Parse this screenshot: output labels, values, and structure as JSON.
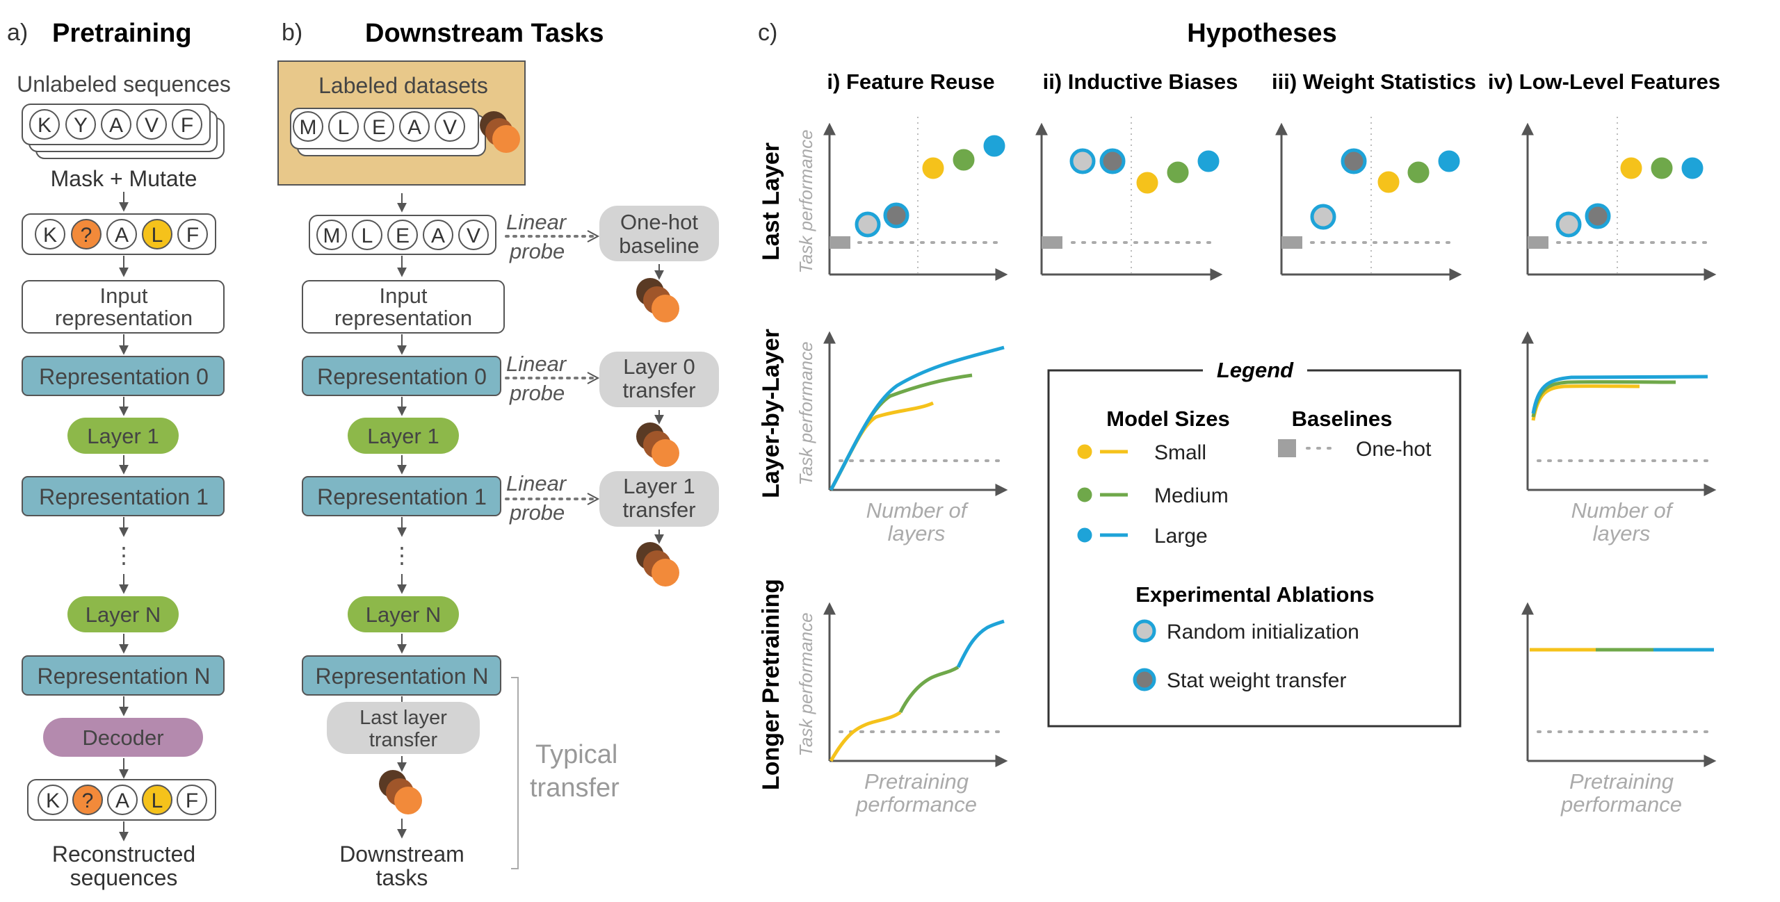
{
  "colors": {
    "small": "#f5c21b",
    "medium": "#6fa84a",
    "large": "#1ea3d8",
    "repr_fill": "#7eb6c4",
    "layer_fill": "#8db84a",
    "decoder_fill": "#b48aae",
    "mask_orange": "#f28a3a",
    "mutate_yellow": "#f5c21b",
    "labeled_box": "#e8c88a",
    "gray_box": "#d4d4d4",
    "random_init_fill": "#c8c8c8",
    "stat_transfer_fill": "#7a7a7a",
    "baseline_gray": "#a0a0a0"
  },
  "panel_a": {
    "letter": "a)",
    "title": "Pretraining",
    "unlabeled": "Unlabeled sequences",
    "seq_original": [
      "K",
      "Y",
      "A",
      "V",
      "F"
    ],
    "mask_mutate": "Mask + Mutate",
    "seq_masked": [
      "K",
      "?",
      "A",
      "L",
      "F"
    ],
    "input_line1": "Input",
    "input_line2": "representation",
    "repr0": "Representation 0",
    "layer1": "Layer 1",
    "repr1": "Representation 1",
    "dots": "⋮",
    "layerN": "Layer N",
    "reprN": "Representation N",
    "decoder": "Decoder",
    "seq_reconstructed": [
      "K",
      "?",
      "A",
      "L",
      "F"
    ],
    "recon_line1": "Reconstructed",
    "recon_line2": "sequences"
  },
  "panel_b": {
    "letter": "b)",
    "title": "Downstream Tasks",
    "labeled": "Labeled datasets",
    "seq": [
      "M",
      "L",
      "E",
      "A",
      "V"
    ],
    "input_line1": "Input",
    "input_line2": "representation",
    "repr0": "Representation 0",
    "layer1": "Layer 1",
    "repr1": "Representation 1",
    "dots": "⋮",
    "layerN": "Layer N",
    "reprN": "Representation N",
    "linear": "Linear",
    "probe": "probe",
    "onehot_line1": "One-hot",
    "onehot_line2": "baseline",
    "layer0t_line1": "Layer 0",
    "layer0t_line2": "transfer",
    "layer1t_line1": "Layer 1",
    "layer1t_line2": "transfer",
    "lastlayer_line1": "Last layer",
    "lastlayer_line2": "transfer",
    "typical_line1": "Typical",
    "typical_line2": "transfer",
    "downstream_line1": "Downstream",
    "downstream_line2": "tasks"
  },
  "panel_c": {
    "letter": "c)",
    "title": "Hypotheses",
    "col_titles": [
      "i) Feature Reuse",
      "ii) Inductive Biases",
      "iii) Weight Statistics",
      "iv) Low-Level Features"
    ],
    "row_titles": [
      "Last Layer",
      "Layer-by-Layer",
      "Longer Pretraining"
    ],
    "ylabel": "Task performance",
    "xlabel_layers_1": "Number of",
    "xlabel_layers_2": "layers",
    "xlabel_pretrain_1": "Pretraining",
    "xlabel_pretrain_2": "performance"
  },
  "legend": {
    "title": "Legend",
    "model_sizes": "Model Sizes",
    "small": "Small",
    "medium": "Medium",
    "large": "Large",
    "baselines": "Baselines",
    "onehot": "One-hot",
    "ablations": "Experimental Ablations",
    "random_init": "Random initialization",
    "stat_transfer": "Stat weight transfer"
  }
}
